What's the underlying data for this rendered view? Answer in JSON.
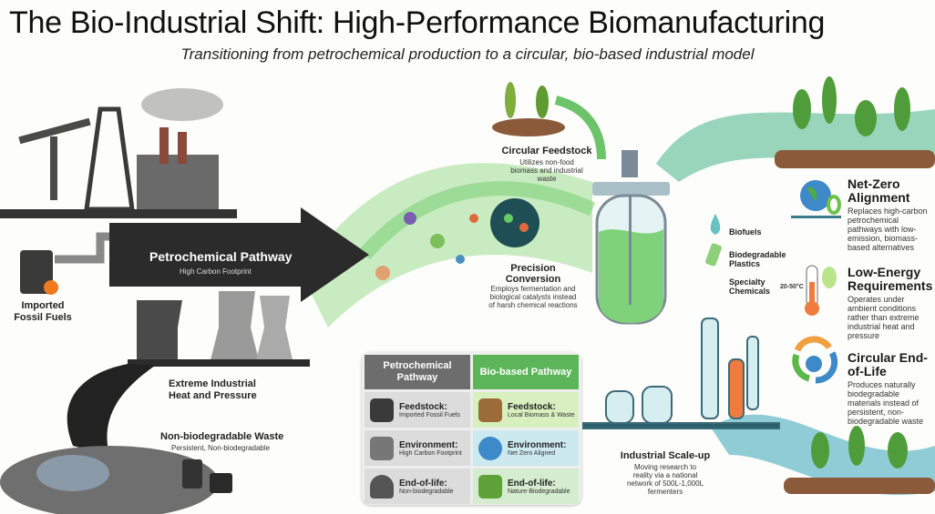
{
  "title": "The Bio-Industrial Shift: High-Performance Biomanufacturing",
  "subtitle": "Transitioning from petrochemical production to a circular, bio-based industrial model",
  "left": {
    "arrow": {
      "title": "Petrochemical Pathway",
      "subtitle": "High Carbon Footprint"
    },
    "fuels": "Imported Fossil Fuels",
    "heat": "Extreme Industrial Heat and Pressure",
    "waste": {
      "title": "Non-biodegradable Waste",
      "subtitle": "Persistent, Non-biodegradable"
    }
  },
  "center": {
    "feedstock": {
      "title": "Circular Feedstock",
      "desc": "Utilizes non-food biomass and industrial waste"
    },
    "conversion": {
      "title": "Precision Conversion",
      "desc": "Employs fermentation and biological catalysts instead of harsh chemical reactions"
    },
    "outputs": [
      "Biofuels",
      "Biodegradable Plastics",
      "Specialty Chemicals"
    ],
    "scaleup": {
      "title": "Industrial Scale-up",
      "desc": "Moving research to reality via a national network of 500L-1,000L fermenters"
    }
  },
  "right": [
    {
      "title": "Net-Zero Alignment",
      "desc": "Replaces high-carbon petrochemical pathways with low-emission, biomass-based alternatives"
    },
    {
      "title": "Low-Energy Requirements",
      "desc": "Operates under ambient conditions rather than extreme industrial heat and pressure",
      "temp": "20-50°C"
    },
    {
      "title": "Circular End-of-Life",
      "desc": "Produces naturally biodegradable materials instead of persistent, non-biodegradable waste"
    }
  ],
  "table": {
    "headers": [
      "Petrochemical Pathway",
      "Bio-based Pathway"
    ],
    "rows": [
      {
        "petro": {
          "label": "Feedstock:",
          "value": "Imported Fossil Fuels"
        },
        "bio": {
          "label": "Feedstock:",
          "value": "Local Biomass & Waste"
        }
      },
      {
        "petro": {
          "label": "Environment:",
          "value": "High Carbon Footprint"
        },
        "bio": {
          "label": "Environment:",
          "value": "Net Zero Aligned"
        }
      },
      {
        "petro": {
          "label": "End-of-life:",
          "value": "Non-biodegradable"
        },
        "bio": {
          "label": "End-of-life:",
          "value": "Nature-Biodegradable"
        }
      }
    ]
  },
  "colors": {
    "petro": "#6d6d6d",
    "bio": "#5db55a",
    "arrow": "#2b2b2b",
    "green": "#7fd27a"
  }
}
